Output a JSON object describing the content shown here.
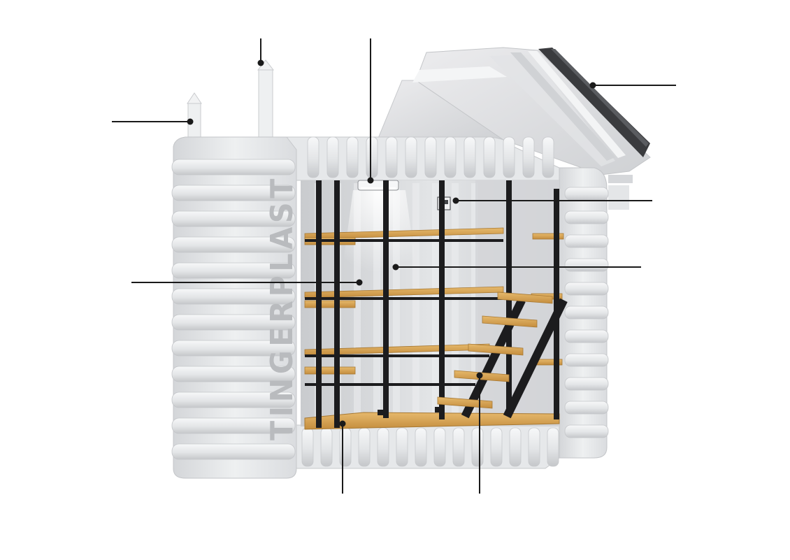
{
  "brand": {
    "wordmark": "TINGERPLAST"
  },
  "colors": {
    "background": "#ffffff",
    "shell": "#e7e8ea",
    "shell_shadow": "#c8cacd",
    "shell_highlight": "#f6f7f8",
    "interior": "#d9dbde",
    "metal": "#1c1c1e",
    "wood": "#d9a95c",
    "wood_edge": "#b7853b",
    "roof_panel": "#3a3b3e",
    "leader_line": "#1a1a1a",
    "wordmark": "#b9bbbe"
  },
  "callouts": [
    {
      "id": "ventilation-pipe-left"
    },
    {
      "id": "ventilation-pipe-right"
    },
    {
      "id": "ceiling-light"
    },
    {
      "id": "roof-hatch-panel"
    },
    {
      "id": "control-unit"
    },
    {
      "id": "shelving-rack"
    },
    {
      "id": "support-column"
    },
    {
      "id": "floor-board"
    },
    {
      "id": "access-stairs"
    }
  ]
}
